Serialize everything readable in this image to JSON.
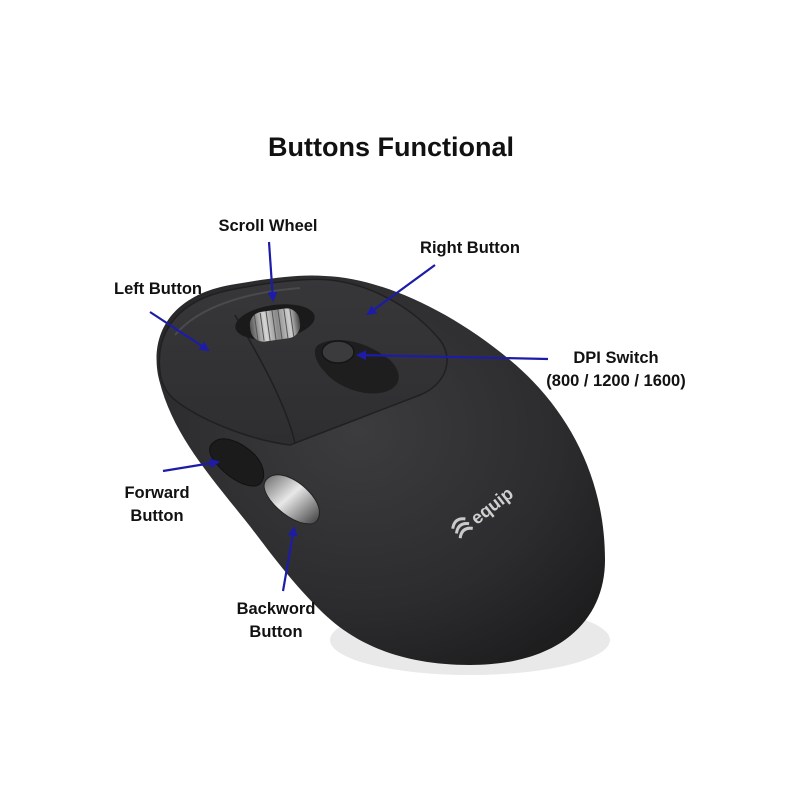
{
  "title": "Buttons Functional",
  "labels": {
    "scroll_wheel": "Scroll Wheel",
    "right_button": "Right Button",
    "left_button": "Left Button",
    "dpi_switch_line1": "DPI Switch",
    "dpi_switch_line2": "(800 / 1200 / 1600)",
    "forward_line1": "Forward",
    "forward_line2": "Button",
    "backward_line1": "Backword",
    "backward_line2": "Button"
  },
  "logo": {
    "text": "equip"
  },
  "colors": {
    "arrow": "#1c1ca8",
    "mouse_body": "#2b2b2c",
    "text": "#111111"
  }
}
